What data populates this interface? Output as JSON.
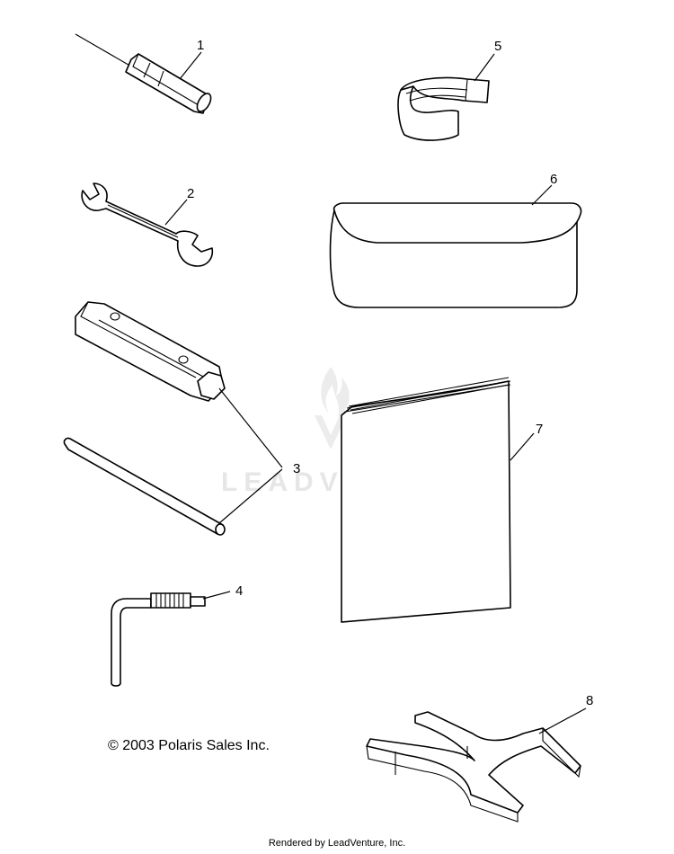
{
  "parts": [
    {
      "number": "1",
      "icon": "screwdriver-icon"
    },
    {
      "number": "2",
      "icon": "open-end-wrench-icon"
    },
    {
      "number": "3",
      "icon": "tube-socket-wrench-icon"
    },
    {
      "number": "4",
      "icon": "hex-key-icon"
    },
    {
      "number": "5",
      "icon": "strap-icon"
    },
    {
      "number": "6",
      "icon": "tool-pouch-icon"
    },
    {
      "number": "7",
      "icon": "manual-booklet-icon"
    },
    {
      "number": "8",
      "icon": "spanner-tool-icon"
    }
  ],
  "copyright": "© 2003 Polaris Sales Inc.",
  "watermark": "LEADVENTURE",
  "footer": "Rendered by LeadVenture, Inc."
}
